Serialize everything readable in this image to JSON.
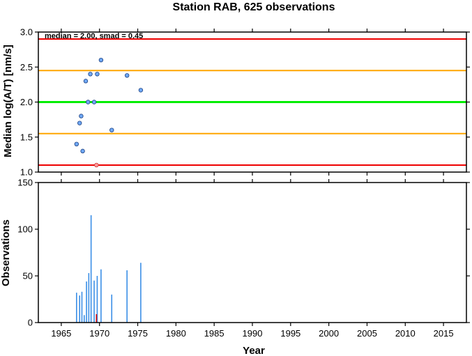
{
  "title": "Station RAB, 625 observations",
  "annotation": "median = 2.00, smad = 0.45",
  "colors": {
    "median_line": "#00ee00",
    "smad_line": "#ffa500",
    "outer_line": "#ee0000",
    "point_fill": "#6fa8f5",
    "outlier_fill": "#ff9999",
    "bar": "#3a8ee6",
    "bar_outlier": "#dd0000"
  },
  "chart_data": [
    {
      "type": "scatter",
      "ylabel": "Median log(A/T) [nm/s]",
      "xlim": [
        1962,
        2018
      ],
      "ylim": [
        1.0,
        3.0
      ],
      "yticks": [
        "1.0",
        "1.5",
        "2.0",
        "2.5",
        "3.0"
      ],
      "ytick_values": [
        1.0,
        1.5,
        2.0,
        2.5,
        3.0
      ],
      "reference_lines": [
        {
          "kind": "median",
          "y": 2.0
        },
        {
          "kind": "smad_upper",
          "y": 2.45
        },
        {
          "kind": "smad_lower",
          "y": 1.55
        },
        {
          "kind": "outer_upper",
          "y": 2.9
        },
        {
          "kind": "outer_lower",
          "y": 1.1
        }
      ],
      "points": [
        {
          "x": 1967.0,
          "y": 1.4
        },
        {
          "x": 1967.4,
          "y": 1.7
        },
        {
          "x": 1967.6,
          "y": 1.8
        },
        {
          "x": 1967.8,
          "y": 1.3
        },
        {
          "x": 1968.2,
          "y": 2.3
        },
        {
          "x": 1968.5,
          "y": 2.0
        },
        {
          "x": 1968.8,
          "y": 2.4
        },
        {
          "x": 1969.3,
          "y": 2.0
        },
        {
          "x": 1969.7,
          "y": 2.4
        },
        {
          "x": 1970.2,
          "y": 2.6
        },
        {
          "x": 1971.6,
          "y": 1.6
        },
        {
          "x": 1973.6,
          "y": 2.38
        },
        {
          "x": 1975.4,
          "y": 2.17
        }
      ],
      "outliers": [
        {
          "x": 1969.6,
          "y": 1.1
        }
      ]
    },
    {
      "type": "bar",
      "ylabel": "Observations",
      "xlabel": "Year",
      "xlim": [
        1962,
        2018
      ],
      "ylim": [
        0,
        150
      ],
      "yticks": [
        "0",
        "50",
        "100",
        "150"
      ],
      "ytick_values": [
        0,
        50,
        100,
        150
      ],
      "xticks": [
        "1965",
        "1970",
        "1975",
        "1980",
        "1985",
        "1990",
        "1995",
        "2000",
        "2005",
        "2010",
        "2015"
      ],
      "xtick_values": [
        1965,
        1970,
        1975,
        1980,
        1985,
        1990,
        1995,
        2000,
        2005,
        2010,
        2015
      ],
      "bars": [
        {
          "x": 1967.0,
          "value": 32
        },
        {
          "x": 1967.4,
          "value": 29
        },
        {
          "x": 1967.7,
          "value": 33
        },
        {
          "x": 1968.0,
          "value": 8
        },
        {
          "x": 1968.3,
          "value": 44
        },
        {
          "x": 1968.6,
          "value": 53
        },
        {
          "x": 1968.9,
          "value": 115
        },
        {
          "x": 1969.3,
          "value": 45
        },
        {
          "x": 1969.7,
          "value": 50
        },
        {
          "x": 1970.2,
          "value": 57
        },
        {
          "x": 1971.6,
          "value": 30
        },
        {
          "x": 1973.6,
          "value": 56
        },
        {
          "x": 1975.4,
          "value": 64
        }
      ],
      "outlier_bars": [
        {
          "x": 1969.6,
          "value": 9
        }
      ]
    }
  ]
}
